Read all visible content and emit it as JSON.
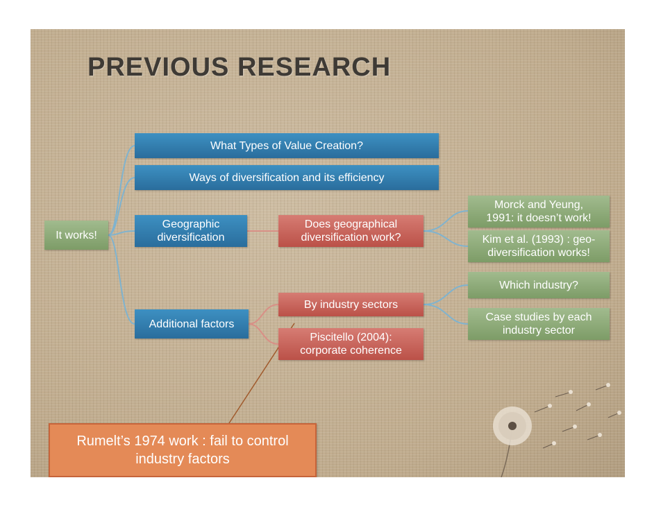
{
  "title": "PREVIOUS RESEARCH",
  "nodes": {
    "root": "It works!",
    "value_creation": "What Types of Value Creation?",
    "ways_diversification": "Ways of diversification and its efficiency",
    "geographic_line1": "Geographic",
    "geographic_line2": "diversification",
    "additional": "Additional factors",
    "geo_question_line1": "Does geographical",
    "geo_question_line2": "diversification work?",
    "by_sectors": "By industry sectors",
    "piscitello_line1": "Piscitello (2004):",
    "piscitello_line2": "corporate coherence",
    "morck_line1": "Morck and Yeung,",
    "morck_line2": "1991: it doesn’t work!",
    "kim_line1": "Kim et al. (1993) : geo-",
    "kim_line2": "diversification works!",
    "which_industry": "Which industry?",
    "case_line1": "Case studies by each",
    "case_line2": "industry sector",
    "rumelt_line1": "Rumelt’s 1974 work : fail to control",
    "rumelt_line2": "industry factors"
  },
  "colors": {
    "level1": "#2f79aa",
    "level2": "#c65b51",
    "level3": "#8aa877",
    "callout": "#e48a57",
    "connector_blue": "#7fb3cf",
    "connector_red": "#d98f86",
    "connector_green": "#9fb98e",
    "callout_line": "#a05a2c"
  }
}
